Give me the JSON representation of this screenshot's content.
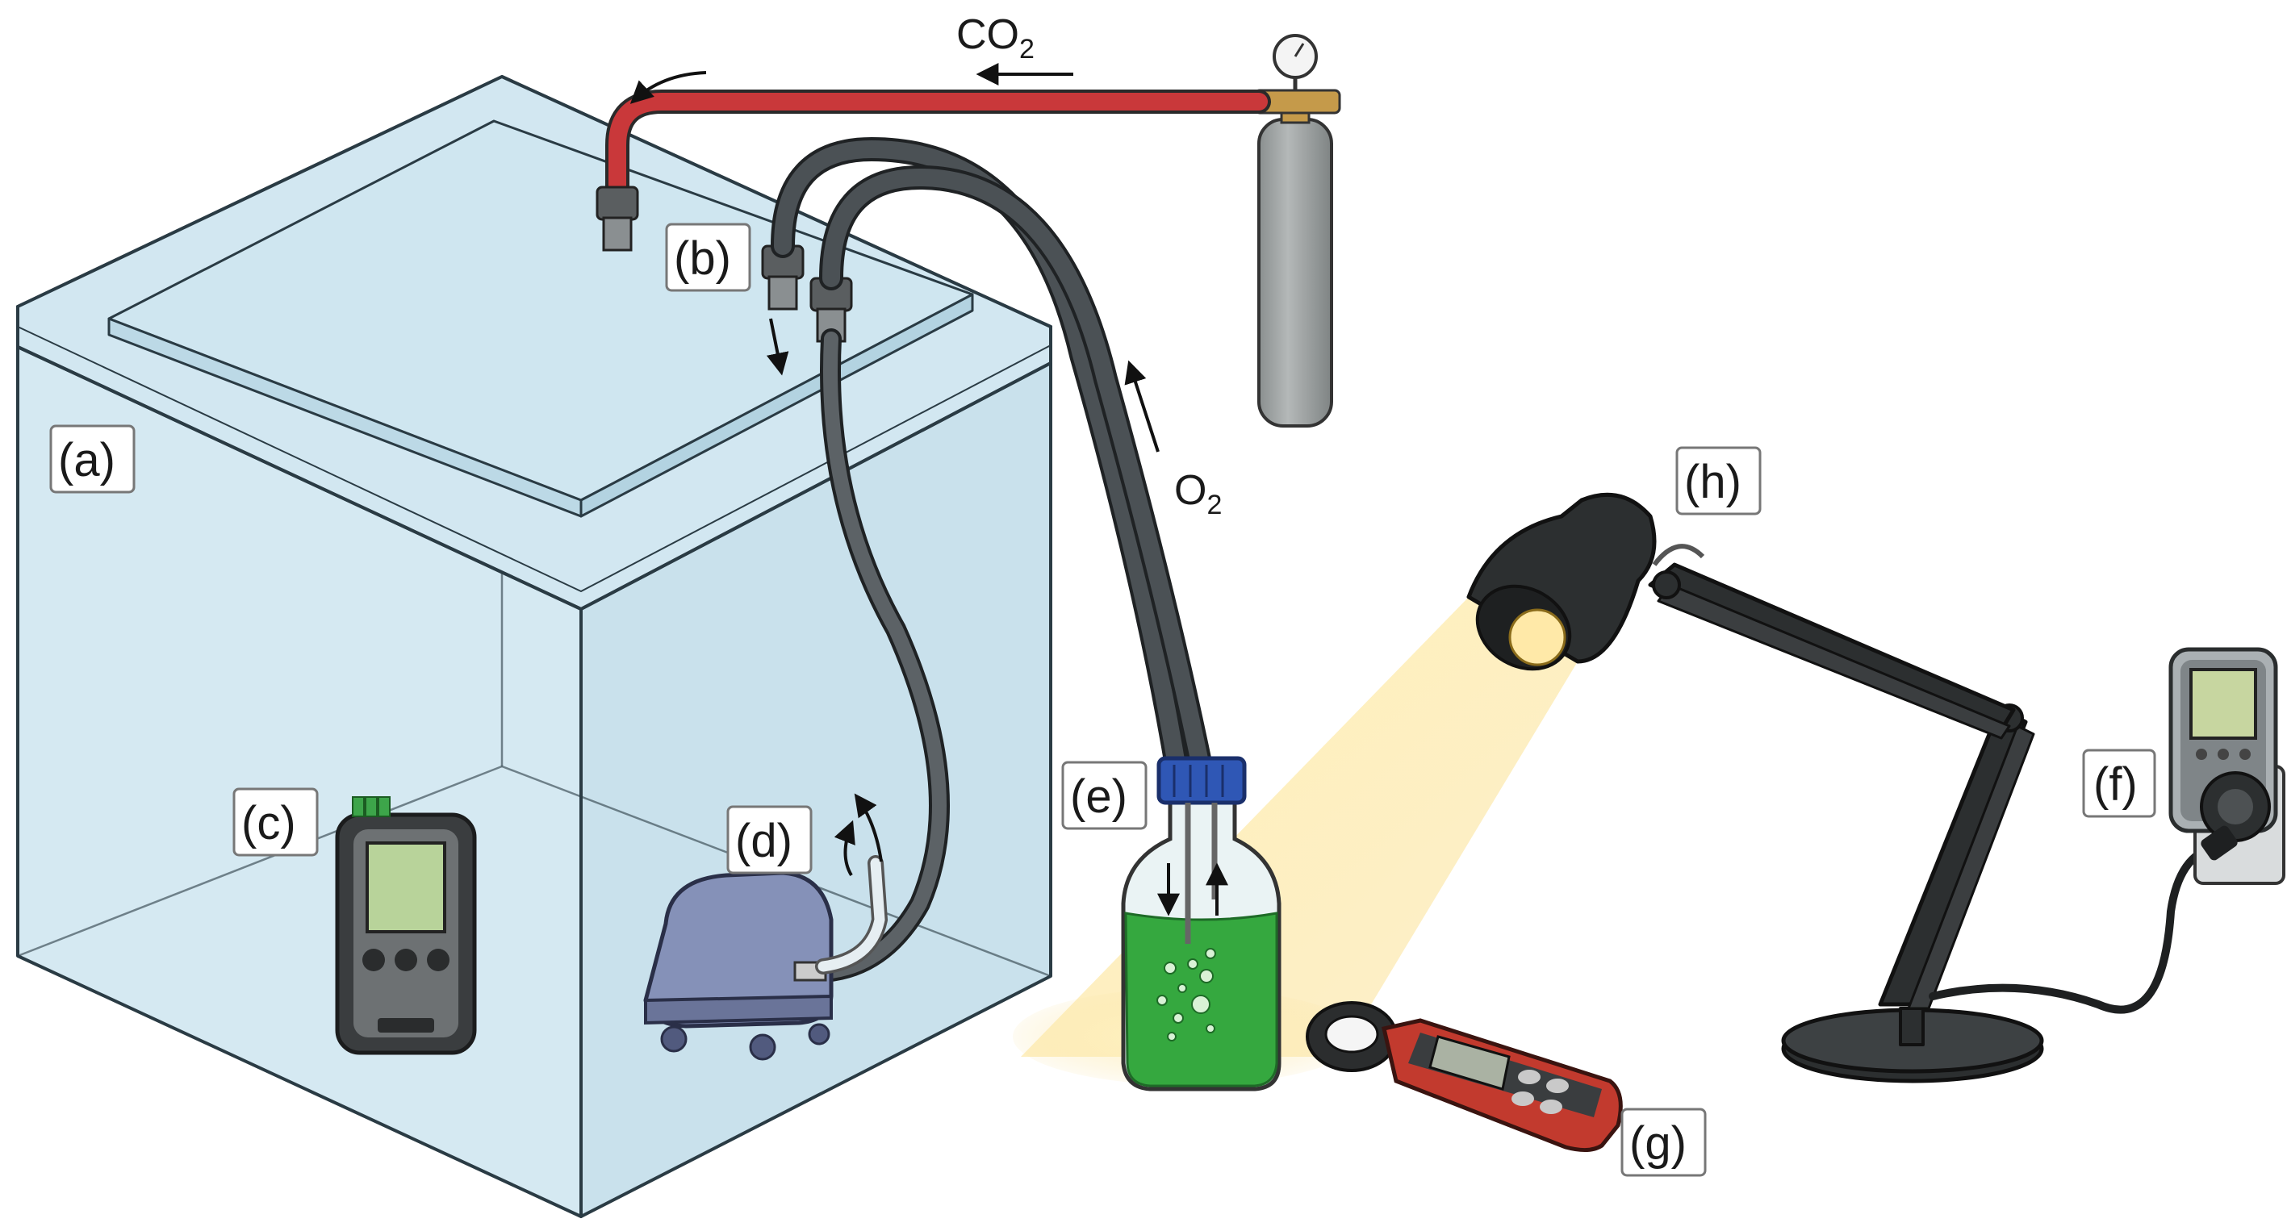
{
  "labels": {
    "a": "(a)",
    "b": "(b)",
    "c": "(c)",
    "d": "(d)",
    "e": "(e)",
    "f": "(f)",
    "g": "(g)",
    "h": "(h)"
  },
  "gases": {
    "co2_main": "CO",
    "co2_sub": "2",
    "o2_main": "O",
    "o2_sub": "2"
  },
  "colors": {
    "tank_glass": "#dcedf5",
    "tank_edge": "#2a3b44",
    "co2_tube": "#c9383a",
    "dark_tube": "#444a4e",
    "cylinder": "#9ea3a3",
    "fitting_brass": "#c59a4a",
    "pump": "#8591b8",
    "algae": "#35a83f",
    "bottle_cap": "#2f57b5",
    "lux_meter": "#c23a2e",
    "light_beam": "#fbe3a1",
    "lamp": "#2c2f30"
  }
}
